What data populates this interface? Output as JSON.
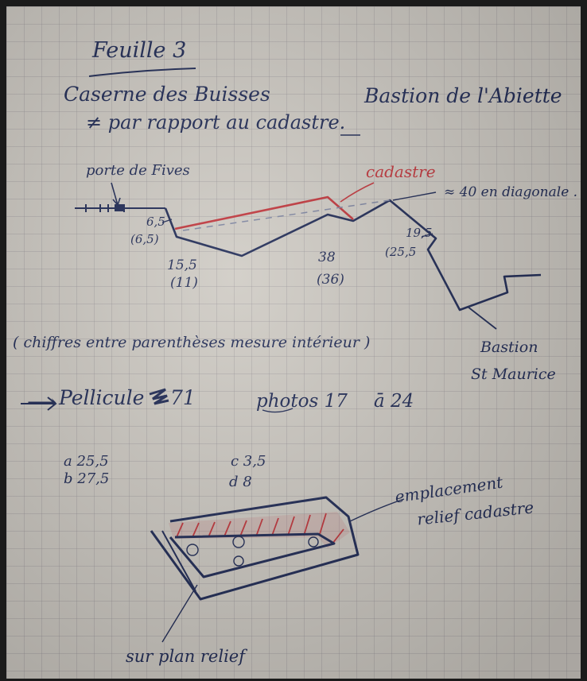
{
  "title": "Feuille 3",
  "line1_left": "Caserne des Buisses",
  "line1_right": "Bastion de l'Abiette",
  "line2": "≠ par rapport au cadastre.",
  "porte_label": "porte de Fives",
  "cadastre_label": "cadastre",
  "diagonal_note": "≈ 40 en diagonale .",
  "m_a_outer": "6,5",
  "m_a_inner": "(6,5)",
  "m_b_outer": "15,5",
  "m_b_inner": "(11)",
  "m_c_outer": "38",
  "m_c_inner": "(36)",
  "m_d_outer": "19,5",
  "m_d_inner": "(25,5",
  "chiffres_note": "( chiffres entre parenthèses mesure intérieur )",
  "bastion_line1": "Bastion",
  "bastion_line2": "St Maurice",
  "arrow_text": "⟶",
  "pellicule_label": "Pellicule",
  "pellicule_num": "71",
  "photos_label": "photos 17",
  "photos_range": "ā 24",
  "dim_a": "a  25,5",
  "dim_b": "b  27,5",
  "dim_c": "c  3,5",
  "dim_d": "d  8",
  "emplacement_line1": "emplacement",
  "emplacement_line2": "relief cadastre",
  "plan_relief": "sur plan relief",
  "colors": {
    "ink": "#1f2a55",
    "red_ink": "#c0353b",
    "paper": "#cfcbc4"
  }
}
